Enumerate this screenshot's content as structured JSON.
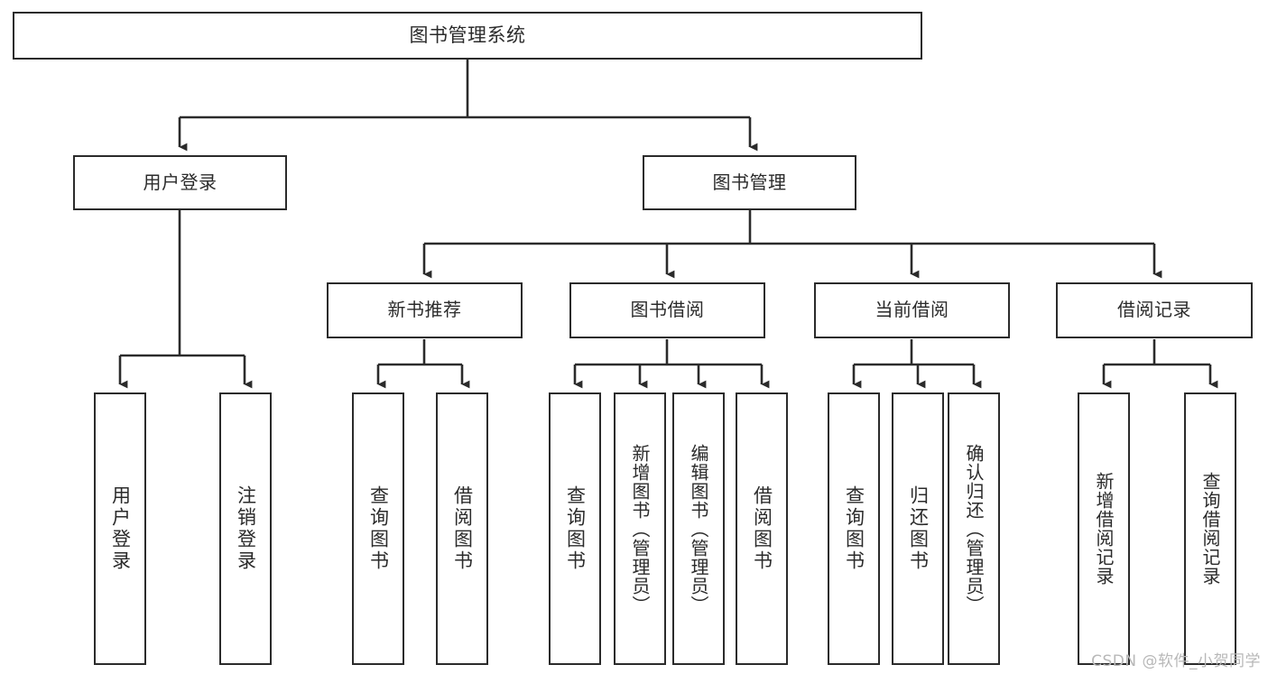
{
  "diagram": {
    "kind": "functional-structure-tree",
    "title": "图书管理系统",
    "watermark": "CSDN @软件_小贺同学",
    "colors": {
      "box_border": "#2b2b2b",
      "box_fill": "#ffffff",
      "connector": "#2b2b2b",
      "text": "#2b2b2b",
      "watermark": "#b8b8b8",
      "background": "#ffffff"
    },
    "root": {
      "label": "图书管理系统"
    },
    "level2": [
      {
        "label": "用户登录"
      },
      {
        "label": "图书管理"
      }
    ],
    "level3": [
      {
        "label": "新书推荐"
      },
      {
        "label": "图书借阅"
      },
      {
        "label": "当前借阅"
      },
      {
        "label": "借阅记录"
      }
    ],
    "leaves": {
      "user_login": [
        {
          "label": "用户登录"
        },
        {
          "label": "注销登录"
        }
      ],
      "new_book_recommend": [
        {
          "label": "查询图书"
        },
        {
          "label": "借阅图书"
        }
      ],
      "book_borrow": [
        {
          "label": "查询图书"
        },
        {
          "label": "新增图书（管理员）"
        },
        {
          "label": "编辑图书（管理员）"
        },
        {
          "label": "借阅图书"
        }
      ],
      "current_borrow": [
        {
          "label": "查询图书"
        },
        {
          "label": "归还图书"
        },
        {
          "label": "确认归还（管理员）"
        }
      ],
      "borrow_record": [
        {
          "label": "新增借阅记录"
        },
        {
          "label": "查询借阅记录"
        }
      ]
    }
  }
}
